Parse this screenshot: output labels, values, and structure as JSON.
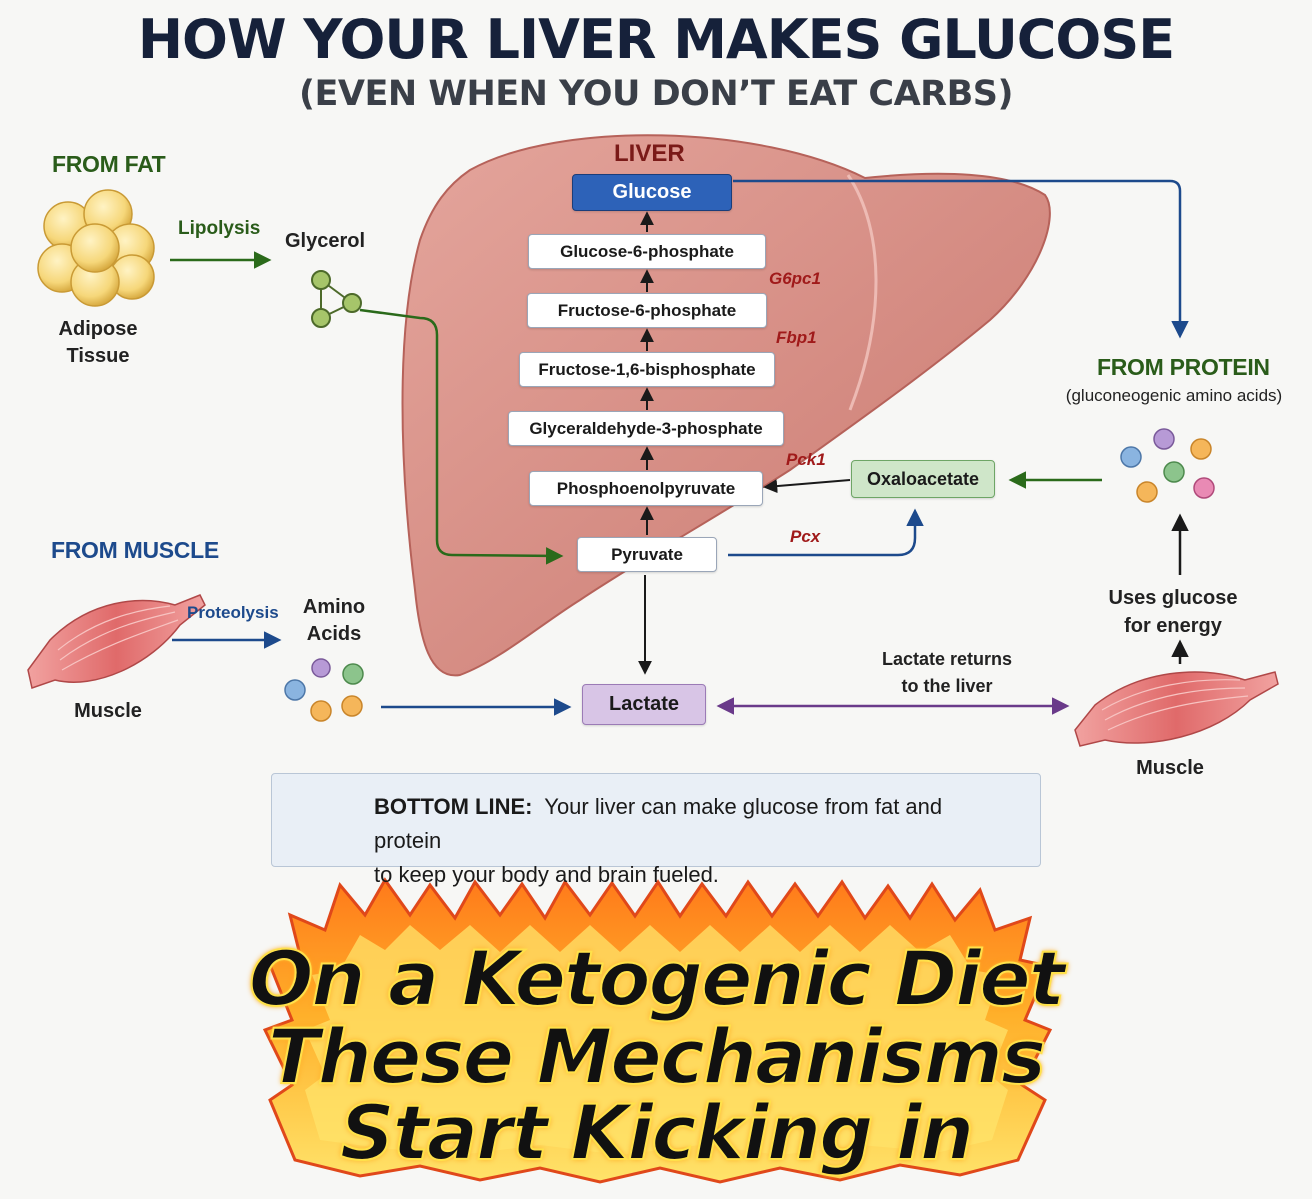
{
  "header": {
    "title": "HOW YOUR LIVER MAKES GLUCOSE",
    "subtitle": "(EVEN WHEN YOU DON’T EAT CARBS)"
  },
  "fat": {
    "heading": "FROM FAT",
    "tissue_line1": "Adipose",
    "tissue_line2": "Tissue",
    "process": "Lipolysis",
    "product": "Glycerol"
  },
  "muscle": {
    "heading": "FROM MUSCLE",
    "tissue": "Muscle",
    "process": "Proteolysis",
    "product_line1": "Amino",
    "product_line2": "Acids"
  },
  "protein": {
    "heading": "FROM PROTEIN",
    "subheading": "(gluconeogenic amino acids)"
  },
  "liver": {
    "title": "LIVER",
    "pathway": [
      "Glucose",
      "Glucose-6-phosphate",
      "Fructose-6-phosphate",
      "Fructose-1,6-bisphosphate",
      "Glyceraldehyde-3-phosphate",
      "Phosphoenolpyruvate",
      "Pyruvate"
    ],
    "enzymes": {
      "g6pc1": "G6pc1",
      "fbp1": "Fbp1",
      "pck1": "Pck1",
      "pcx": "Pcx"
    },
    "oxaloacetate": "Oxaloacetate",
    "lactate": "Lactate"
  },
  "right_muscle": {
    "uses_line1": "Uses glucose",
    "uses_line2": "for energy",
    "lactate_line1": "Lactate returns",
    "lactate_line2": "to the liver",
    "tissue": "Muscle"
  },
  "bottom_line": {
    "label": "BOTTOM LINE:",
    "text_line1": "Your liver can make glucose from fat and protein",
    "text_line2": "to keep your body and brain fueled."
  },
  "banner": {
    "line1": "On a Ketogenic Diet",
    "line2": "These Mechanisms",
    "line3": "Start Kicking in"
  },
  "colors": {
    "liver": "#d9918a",
    "glucose_box": "#2d62b8",
    "fat_arrow": "#2a6a1a",
    "blue_arrow": "#1d4a8c",
    "lactate_arrow": "#6a3a8a",
    "flame_outer": "#f0541a",
    "flame_inner": "#ffd84a"
  }
}
